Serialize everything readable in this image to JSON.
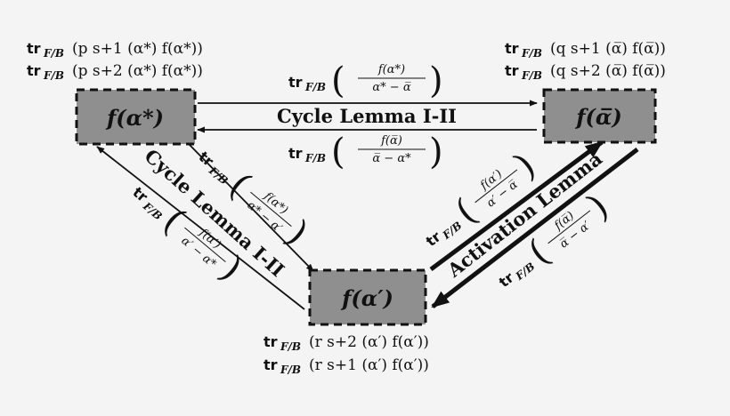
{
  "nodes": {
    "left": "f(α*)",
    "right": "f(α̅)",
    "bottom": "f(α′)"
  },
  "tr_prefix": "tr",
  "tr_sub": "F/B",
  "trace_labels": {
    "left_1": "(p s+1 (α*) f(α*))",
    "left_2": "(p s+2 (α*) f(α*))",
    "right_1": "(q s+1 (α̅) f(α̅))",
    "right_2": "(q s+2 (α̅) f(α̅))",
    "bottom_1": "(r s+2 (α′) f(α′))",
    "bottom_2": "(r s+1 (α′) f(α′))"
  },
  "edge_labels": {
    "top_num": "f(α*)",
    "top_den": "α* − α̅",
    "middle_num": "f(α̅)",
    "middle_den": "α̅ − α*",
    "left_upper_num": "f(α*)",
    "left_upper_den": "α* − α′",
    "left_lower_num": "f(α′)",
    "left_lower_den": "α′ − α*",
    "right_upper_num": "f(α′)",
    "right_upper_den": "α′ − α̅",
    "right_lower_num": "f(α̅)",
    "right_lower_den": "α̅ − α′"
  },
  "lemmas": {
    "horizontal": "Cycle Lemma I-II",
    "left_diagonal": "Cycle Lemma I-II",
    "right_diagonal": "Activation Lemma"
  }
}
